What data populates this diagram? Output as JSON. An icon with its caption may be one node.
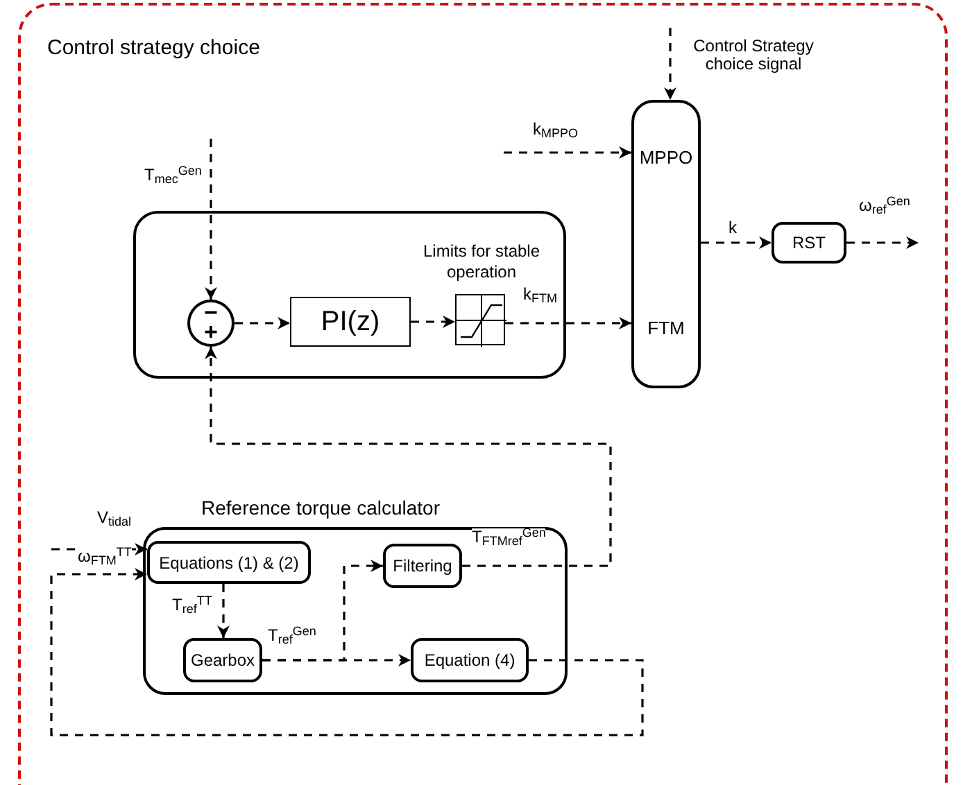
{
  "diagram": {
    "nodes": [
      {
        "text": [
          "Control strategy choice"
        ]
      },
      {
        "text": [],
        "shape": "box",
        "in": 0
      },
      {
        "text": [
          "−",
          "+"
        ],
        "in": 1
      },
      {
        "text": [
          "PI(z)"
        ],
        "in": 1
      },
      {
        "text": [],
        "shape": "picture",
        "beside": [
          "Limits for stable operation"
        ],
        "in": 1
      },
      {
        "text": [
          "MPPO",
          "FTM"
        ],
        "in": 0
      },
      {
        "text": [
          "RST"
        ],
        "in": 0
      },
      {
        "text": [
          "Reference torque calculator"
        ],
        "in": 0
      },
      {
        "text": [
          "Equations (1) & (2)"
        ],
        "in": 7
      },
      {
        "text": [
          "Gearbox"
        ],
        "in": 7
      },
      {
        "text": [
          "Filtering"
        ],
        "in": 7
      },
      {
        "text": [
          "Equation (4)"
        ],
        "in": 7
      }
    ],
    "edges": [
      {
        "from": null,
        "to": 2,
        "arrow": "to",
        "label": "T$_{mec}$$^{Gen}$",
        "style": "dashed"
      },
      {
        "from": 2,
        "to": 3,
        "arrow": "to",
        "style": "dashed"
      },
      {
        "from": 3,
        "to": 4,
        "arrow": "to",
        "style": "dashed"
      },
      {
        "from": 4,
        "to": 5,
        "arrow": "to",
        "label": "k$_{FTM}$",
        "style": "dashed"
      },
      {
        "from": null,
        "to": 5,
        "arrow": "to",
        "label": "k$_{MPPO}$",
        "style": "dashed"
      },
      {
        "from": null,
        "to": 5,
        "arrow": "to",
        "label": "Control Strategy choice signal",
        "style": "dashed"
      },
      {
        "from": 5,
        "to": 6,
        "arrow": "to",
        "label": "k",
        "style": "dashed"
      },
      {
        "from": 6,
        "to": null,
        "arrow": "to",
        "label": "ω$_{ref}$$^{Gen}$",
        "style": "dashed"
      },
      {
        "from": 10,
        "to": 2,
        "arrow": "to",
        "label": "T$_{FTMref}$$^{Gen}$",
        "style": "dashed"
      },
      {
        "from": null,
        "to": 8,
        "arrow": "to",
        "label": "V$_{tidal}$",
        "style": "dashed"
      },
      {
        "from": 11,
        "to": 8,
        "arrow": "to",
        "label": "ω$_{FTM}$$^{TT}$",
        "style": "dashed"
      },
      {
        "from": 8,
        "to": 9,
        "arrow": "to",
        "label": "T$_{ref}$$^{TT}$",
        "style": "dashed"
      },
      {
        "from": 9,
        "to": 10,
        "arrow": "to",
        "label": "T$_{ref}$$^{Gen}$",
        "style": "dashed"
      },
      {
        "from": 9,
        "to": 11,
        "arrow": "to",
        "style": "dashed"
      }
    ]
  }
}
